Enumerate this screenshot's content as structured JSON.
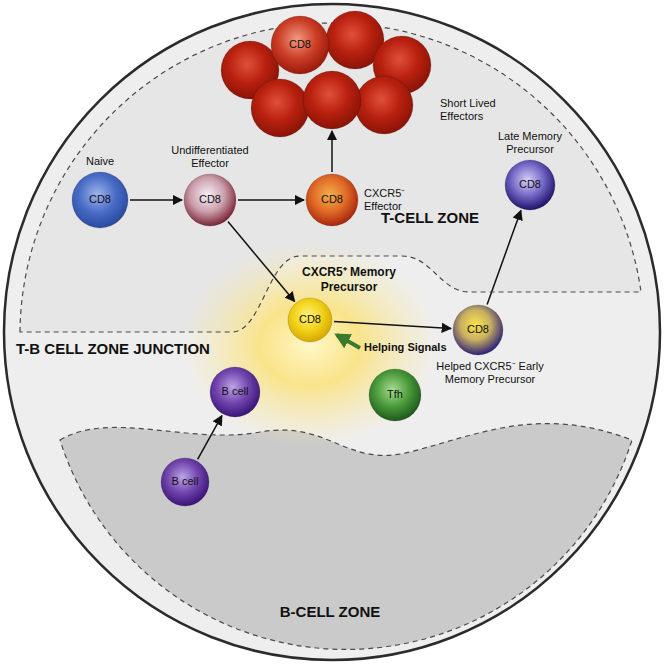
{
  "diagram": {
    "nodes": [
      {
        "text": [
          "T-CELL ZONE"
        ]
      },
      {
        "text": [
          "CD8",
          "Short Lived Effectors"
        ],
        "in": 0
      },
      {
        "text": [
          "Naive",
          "CD8"
        ],
        "in": 0
      },
      {
        "text": [
          "Undifferentiated Effector",
          "CD8"
        ],
        "in": 0
      },
      {
        "text": [
          "CD8",
          "CXCR5⁻ Effector"
        ],
        "in": 0
      },
      {
        "text": [
          "Late Memory Precursor",
          "CD8"
        ],
        "in": 0
      },
      {
        "text": [
          "CXCR5⁺ Memory Precursor",
          "CD8"
        ]
      },
      {
        "text": [
          "CD8",
          "Helped CXCR5⁻ Early Memory Precursor"
        ]
      },
      {
        "text": [
          "B cell"
        ]
      },
      {
        "text": [
          "Tfh"
        ]
      },
      {
        "text": [
          "B-CELL ZONE"
        ]
      },
      {
        "text": [
          "B cell"
        ],
        "in": 10
      }
    ],
    "edges": [
      {
        "from": 2,
        "to": 3,
        "arrow": "to"
      },
      {
        "from": 3,
        "to": 4,
        "arrow": "to"
      },
      {
        "from": 4,
        "to": 1,
        "arrow": "to"
      },
      {
        "from": 3,
        "to": 6,
        "arrow": "to"
      },
      {
        "from": 6,
        "to": 7,
        "arrow": "to"
      },
      {
        "from": 7,
        "to": 5,
        "arrow": "to"
      },
      {
        "from": 11,
        "to": 8,
        "arrow": "to"
      }
    ],
    "labels": [
      "T-B CELL ZONE JUNCTION",
      "Helping Signals"
    ]
  }
}
